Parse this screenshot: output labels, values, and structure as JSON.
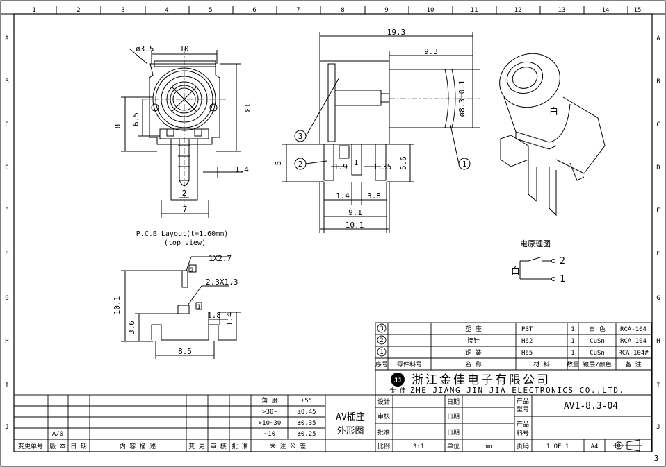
{
  "border": {
    "col_numbers": [
      "1",
      "2",
      "3",
      "4",
      "5",
      "6",
      "7",
      "8",
      "9",
      "10",
      "11",
      "12",
      "13",
      "14",
      "15"
    ],
    "row_letters": [
      "A",
      "B",
      "C",
      "D",
      "E",
      "F",
      "G",
      "H",
      "I",
      "J"
    ],
    "sheet_corner": "3"
  },
  "front_view": {
    "dia": "ø3.5",
    "width": "10",
    "height": "13",
    "dim_8": "8",
    "dim_6_5": "6.5",
    "dim_1_4": "1.4",
    "dim_2": "2",
    "dim_7": "7"
  },
  "side_view": {
    "dim_19_3": "19.3",
    "dim_9_3": "9.3",
    "dia_8_3": "ø8.3±0.1",
    "dim_5": "5",
    "dim_1_9": "1.9",
    "dim_1": "1",
    "dim_1_35": "1.35",
    "dim_5_6": "5.6",
    "dim_1_4": "1.4",
    "dim_3_8": "3.8",
    "dim_9_1": "9.1",
    "dim_10_1": "10.1",
    "callouts": [
      "1",
      "2",
      "3"
    ]
  },
  "iso_view": {
    "color_label": "白"
  },
  "pcb": {
    "title": "P.C.B Layout(t=1.60mm)",
    "subtitle": "(top view)",
    "slot1": "1X2.7",
    "slot2": "2.3X1.3",
    "pad1": "1",
    "pad2": "2",
    "dim_10_1": "10.1",
    "dim_3_6": "3.6",
    "dim_1_8": "1.8",
    "dim_1_4": "1.4",
    "dim_8_5": "8.5"
  },
  "schematic": {
    "title": "电原理图",
    "label": "白",
    "pin2": "2",
    "pin1": "1"
  },
  "bom": {
    "rows": [
      {
        "no": "3",
        "part_no": "",
        "name": "塑 座",
        "material": "PBT",
        "qty": "1",
        "finish": "白 色",
        "note": "RCA-104"
      },
      {
        "no": "2",
        "part_no": "",
        "name": "接针",
        "material": "H62",
        "qty": "1",
        "finish": "CuSn",
        "note": "RCA-104"
      },
      {
        "no": "1",
        "part_no": "",
        "name": "铜 簧",
        "material": "H65",
        "qty": "1",
        "finish": "CuSn",
        "note": "RCA-104#"
      }
    ],
    "header": {
      "no": "序号",
      "part_no": "零件料号",
      "name": "名 称",
      "material": "材 料",
      "qty": "数量",
      "finish": "镀层/颜色",
      "note": "备 注"
    }
  },
  "company": {
    "logo": "JJ",
    "logo_sub": "金 佳",
    "name_cn": "浙江金佳电子有限公司",
    "name_en": "ZHE JIANG JIN JIA ELECTRONICS CO.,LTD."
  },
  "title_block": {
    "tolerance": {
      "header_angle": "角 度",
      "header_angle_val": "±5°",
      "rows": [
        {
          "range": ">30~",
          "tol": "±0.45"
        },
        {
          "range": ">10~30",
          "tol": "±0.35"
        },
        {
          "range": "~10",
          "tol": "±0.25"
        }
      ]
    },
    "revision": {
      "version": "A/0"
    },
    "footer_labels": [
      "变更单号",
      "版 本",
      "日 期",
      "内 容 描 述",
      "变 更",
      "审 核",
      "批 准",
      "未 注 公 差"
    ],
    "product_name": [
      "AV插座",
      "外形图"
    ],
    "labels": {
      "design": "设计",
      "check": "审核",
      "approve": "批准",
      "scale": "比例",
      "date": "日期",
      "unit": "单位",
      "page": "页码",
      "product_model": [
        "产品",
        "型号"
      ],
      "product_code": [
        "产品",
        "料号"
      ]
    },
    "values": {
      "model": "AV1-8.3-04",
      "scale": "3:1",
      "unit": "mm",
      "page": "1 OF 1",
      "size": "A4"
    }
  }
}
